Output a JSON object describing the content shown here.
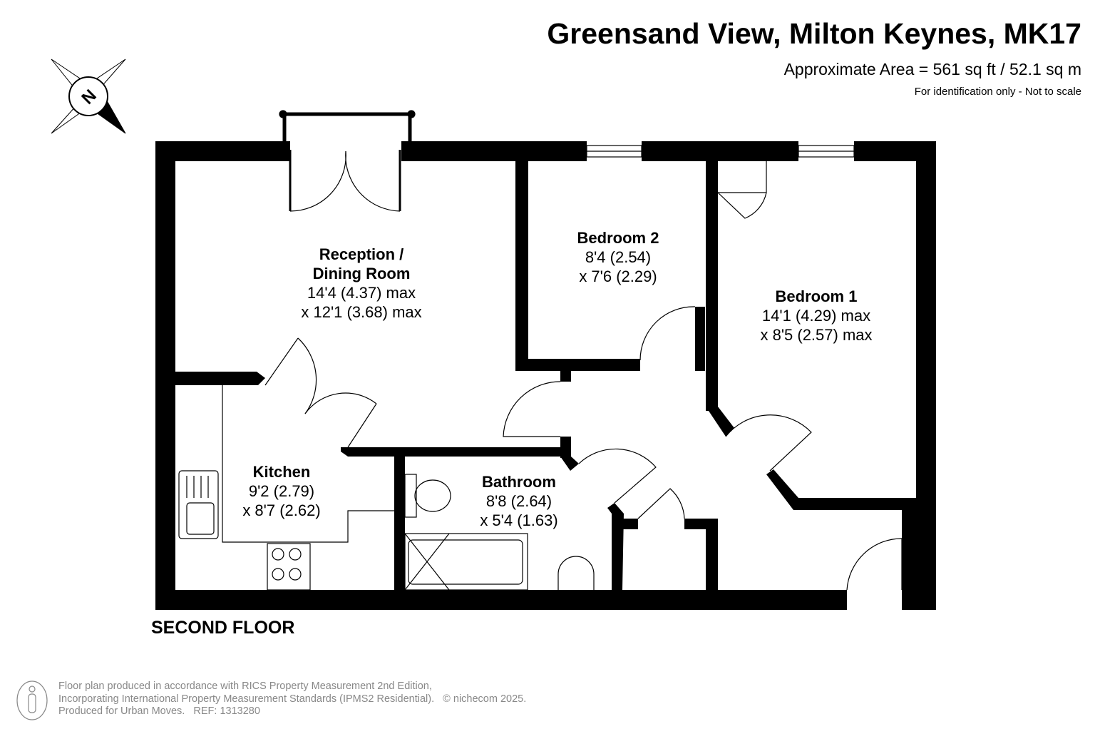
{
  "header": {
    "title": "Greensand View, Milton Keynes, MK17",
    "area": "Approximate Area = 561 sq ft / 52.1 sq m",
    "note": "For identification only - Not to scale"
  },
  "compass": {
    "label": "N"
  },
  "rooms": [
    {
      "name": "Reception /",
      "name2": "Dining Room",
      "dim1": "14'4 (4.37) max",
      "dim2": "x 12'1 (3.68) max"
    },
    {
      "name": "Bedroom 2",
      "dim1": "8'4 (2.54)",
      "dim2": "x 7'6 (2.29)"
    },
    {
      "name": "Bedroom 1",
      "dim1": "14'1 (4.29) max",
      "dim2": "x 8'5 (2.57) max"
    },
    {
      "name": "Kitchen",
      "dim1": "9'2 (2.79)",
      "dim2": "x 8'7 (2.62)"
    },
    {
      "name": "Bathroom",
      "dim1": "8'8 (2.64)",
      "dim2": "x 5'4 (1.63)"
    }
  ],
  "floor_label": "SECOND FLOOR",
  "footer": {
    "line1": "Floor plan produced in accordance with RICS Property Measurement 2nd Edition,",
    "line2": "Incorporating International Property Measurement Standards (IPMS2 Residential).   © nichecom 2025.",
    "line3": "Produced for Urban Moves.   REF: 1313280"
  }
}
